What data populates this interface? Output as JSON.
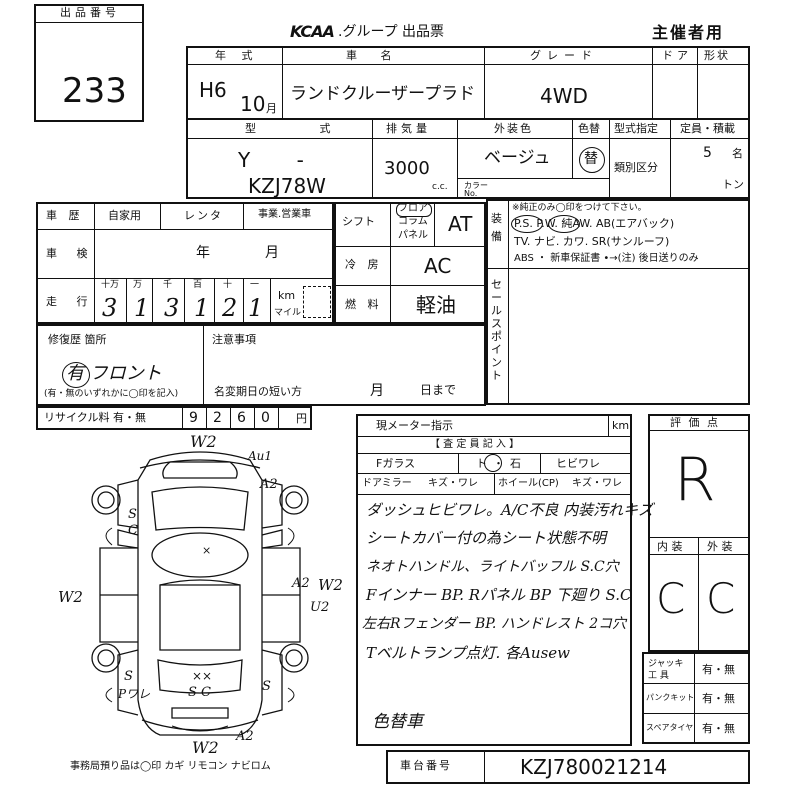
{
  "lot_box": {
    "label": "出品番号",
    "value": "233"
  },
  "header": {
    "logo": "KCAA",
    "title": ".グループ 出品票",
    "sponsor": "主催者用"
  },
  "row1": {
    "year_label": "年 式",
    "year_era": "H6",
    "year_month": "10",
    "month_unit": "月",
    "name_label": "車 名",
    "name_value": "ランドクルーザープラド",
    "grade_label": "グレード",
    "grade_value": "4WD",
    "door_label": "ドア",
    "shape_label": "形状"
  },
  "row2": {
    "model_label": "型 式",
    "model_prefix": "Y -",
    "model_value": "KZJ78W",
    "disp_label": "排気量",
    "disp_value": "3000",
    "disp_unit": "c.c.",
    "color_label": "外装色",
    "color_value": "ベージュ",
    "color_no": "カラーNo.",
    "repaint_label": "色替",
    "repaint_mark": "替",
    "type_label": "型式指定",
    "class_label": "類別区分",
    "cap_label": "定員・積載",
    "cap_value": "5",
    "cap_unit": "名",
    "load_unit": "トン"
  },
  "history": {
    "label": "車 歴",
    "opt1": "自家用",
    "opt2": "レンタ",
    "opt3": "事業.営業車"
  },
  "inspection": {
    "label": "車 検",
    "year": "年",
    "month": "月"
  },
  "mileage": {
    "label": "走 行",
    "units": [
      "十万",
      "万",
      "千",
      "百",
      "十",
      "一"
    ],
    "digits": [
      "3",
      "1",
      "3",
      "1",
      "2",
      "1"
    ],
    "km": "km",
    "mile": "マイル"
  },
  "shift": {
    "label": "シフト",
    "opts": [
      "フロア",
      "コラム",
      "パネル"
    ],
    "value": "AT"
  },
  "ac": {
    "label": "冷 房",
    "value": "AC"
  },
  "fuel": {
    "label": "燃 料",
    "value": "軽油"
  },
  "equipment": {
    "label": "装備",
    "note": "※純正のみ◯印をつけて下さい。",
    "line1": "P.S. P.W. 純AW. AB(エアバック)",
    "line2": "TV. ナビ. カワ. SR(サンルーフ)",
    "line3": "ABS ・ 新車保証書 •→(注) 後日送りのみ"
  },
  "sales_point": "セールスポイント",
  "repair": {
    "label": "修復歴 箇所",
    "value": "有 フロント",
    "note": "(有・無のいずれかに◯印を記入)"
  },
  "caution": {
    "label": "注意事項",
    "deadline": "名変期日の短い方",
    "month": "月",
    "day": "日まで"
  },
  "recycle": {
    "label": "リサイクル料 有・無",
    "digits": [
      "9",
      "2",
      "6",
      "0"
    ],
    "unit": "円"
  },
  "meter": {
    "label": "現メーター指示",
    "unit": "km"
  },
  "inspector": {
    "title": "【 査 定 員 記 入 】",
    "fglass": "Fガラス",
    "fglass_opts": "ト・石",
    "crack": "ヒビワレ",
    "mirror": "ドアミラー",
    "mirror_opts": "キズ・ワレ",
    "wheel": "ホイール(CP)",
    "wheel_opts": "キズ・ワレ",
    "notes": [
      "ダッシュヒビワレ。A/C不良 内装汚れキズ",
      "シートカバー付の為シート状態不明",
      "ネオトハンドル、ライトバッフル S.C穴",
      "Fインナー BP. Rパネル BP 下廻り S.C",
      "左右Rフェンダー BP. ハンドレスト 2コ穴",
      "Tベルトランプ点灯. 各Ausew"
    ],
    "color_change": "色替車"
  },
  "diagram_marks": {
    "w2_top": "W2",
    "au1": "Au1",
    "a2_tr": "A2",
    "s_left": "S",
    "c_left": "C",
    "w2_left": "W2",
    "w2_right": "W2",
    "a2_right": "A2",
    "u2": "U2",
    "s_bl": "S",
    "p_ware": "Pワレ",
    "xx": "××",
    "sc": "S C",
    "s_br": "S",
    "w2_bottom": "W2",
    "a2_bottom": "A2",
    "x_top": "×"
  },
  "legend": "事務局預り品は◯印 カギ リモコン ナビロム",
  "grades": {
    "label": "評 価 点",
    "overall": "R",
    "int_label": "内 装",
    "ext_label": "外 装",
    "int": "C",
    "ext": "C"
  },
  "accessories": {
    "jack": "ジャッキ工 具",
    "puncture": "パンクキット",
    "spare": "スペアタイヤ",
    "opts": "有・無"
  },
  "chassis": {
    "label": "車台番号",
    "value": "KZJ780021214"
  }
}
